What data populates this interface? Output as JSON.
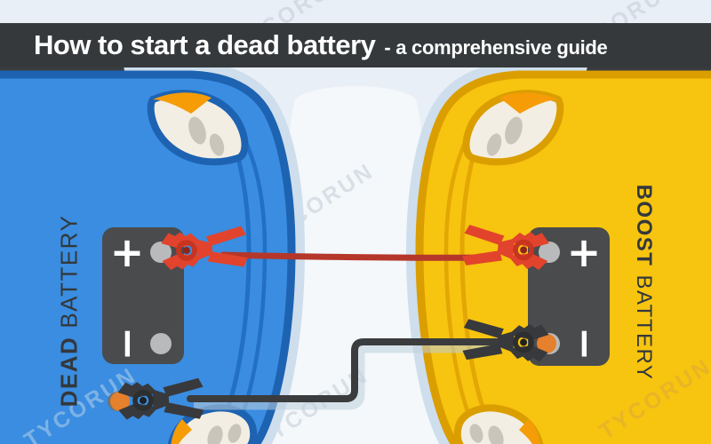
{
  "title_bar": {
    "main": "How to start a dead battery",
    "sub": "- a comprehensive guide"
  },
  "watermark": {
    "text": "TYCORUN"
  },
  "dead_car": {
    "name_bold": "DEAD",
    "name_rest": "BATTERY",
    "color": "#3a8de0",
    "battery": {
      "positive_label": "+",
      "negative_label": "−"
    }
  },
  "boost_car": {
    "name_bold": "BOOST",
    "name_rest": "BATTERY",
    "color": "#f7c40f",
    "battery": {
      "positive_label": "+",
      "negative_label": "−"
    }
  },
  "cables": {
    "positive_cable_color": "#b5372a",
    "negative_cable_color": "#3b3c3e",
    "positive_clamp_color": "#e2432c",
    "negative_clamp_color": "#38393c"
  },
  "colors": {
    "background": "#e9eff7",
    "title_bar": "#35393b",
    "battery_body": "#4a4b4d",
    "terminal": "#b9babc",
    "car_shadow": "#cfdeec",
    "ground_highlight": "#f4f8fb",
    "blue_outline": "#1d63b2",
    "yellow_outline": "#db9e00"
  }
}
